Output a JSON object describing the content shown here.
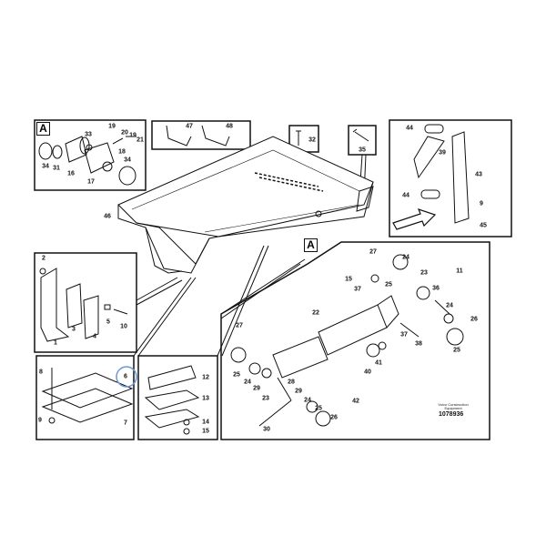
{
  "title": "Dump body exploded parts diagram",
  "detail_marker": "A",
  "panels": {
    "detail_a_hinge": {
      "marker": "A",
      "callouts": [
        "19",
        "20",
        "19",
        "21",
        "33",
        "18",
        "34",
        "31",
        "16",
        "17",
        "34"
      ]
    },
    "guards": {
      "callouts": [
        "47",
        "48"
      ]
    },
    "screw_32": {
      "callouts": [
        "32"
      ]
    },
    "screw_35": {
      "callouts": [
        "35"
      ]
    },
    "link_arm": {
      "callouts": [
        "44",
        "39",
        "43",
        "44",
        "9",
        "45"
      ]
    },
    "body": {
      "callouts": [
        "46"
      ]
    },
    "wear_plates": {
      "callouts": [
        "2",
        "1",
        "3",
        "4",
        "5",
        "10"
      ]
    },
    "pad_6": {
      "callouts": [
        "8",
        "6",
        "9",
        "7"
      ]
    },
    "pad_12": {
      "callouts": [
        "12",
        "13",
        "14",
        "15"
      ]
    },
    "cylinder": {
      "callouts": [
        "27",
        "24",
        "23",
        "11",
        "15",
        "25",
        "37",
        "36",
        "24",
        "26",
        "37",
        "38",
        "25",
        "22",
        "27",
        "40",
        "41",
        "25",
        "24",
        "29",
        "28",
        "29",
        "23",
        "24",
        "42",
        "25",
        "26",
        "30"
      ]
    }
  },
  "brand": {
    "line1": "Volvo Construction",
    "line2": "Equipment",
    "doc_number": "1078936"
  },
  "colors": {
    "line": "#111111",
    "highlight_circle": "#6a9ad6"
  }
}
